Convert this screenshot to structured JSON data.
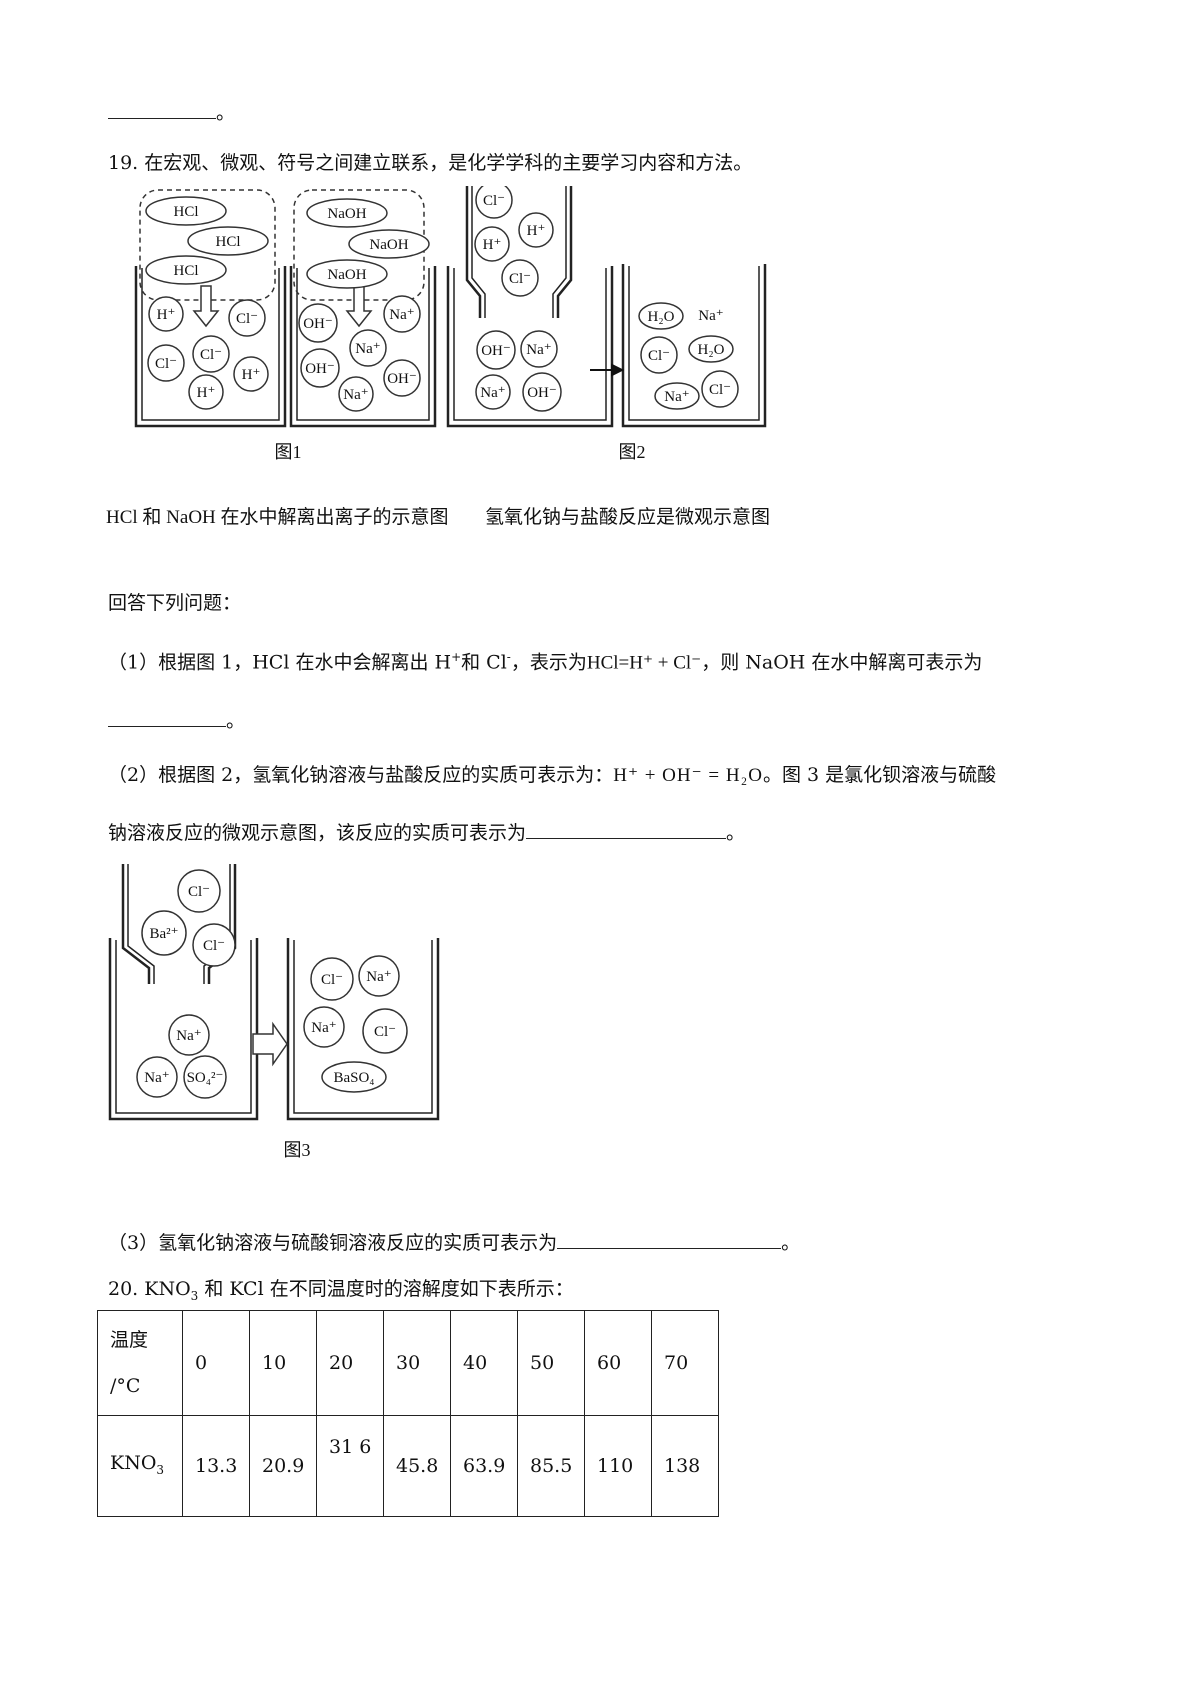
{
  "top_blank_tail": "。",
  "q19": {
    "title": "19. 在宏观、微观、符号之间建立联系，是化学学科的主要学习内容和方法。",
    "fig1_label": "图1",
    "fig2_label": "图2",
    "caption1": "HCl 和 NaOH 在水中解离出离子的示意图",
    "caption2": "氢氧化钠与盐酸反应是微观示意图",
    "prompt": "回答下列问题：",
    "p1_a": "（1）根据图 1，HCl 在水中会解离出 H",
    "p1_b": "和 Cl",
    "p1_c": "，表示为",
    "p1_eq": "HCl=H⁺ + Cl⁻",
    "p1_d": "，则 NaOH 在水中解离可表示为",
    "p1_tail": "。",
    "p2_a": "（2）根据图 2，氢氧化钠溶液与盐酸反应的实质可表示为：",
    "p2_eq": "H⁺ + OH⁻ = H₂O",
    "p2_b": "。图 3 是氯化钡溶液与硫酸",
    "p2_c": "钠溶液反应的微观示意图，该反应的实质可表示为",
    "p2_tail": "。",
    "fig3_label": "图3",
    "p3": "（3）氢氧化钠溶液与硫酸铜溶液反应的实质可表示为",
    "p3_tail": "。",
    "molecules": {
      "hcl": "HCl",
      "naoh": "NaOH",
      "h2o": "H₂O",
      "baso4": "BaSO₄",
      "hplus": "H⁺",
      "clminus": "Cl⁻",
      "ohminus": "OH⁻",
      "naplus": "Na⁺",
      "ba2plus": "Ba²⁺",
      "so42minus": "SO₄²⁻"
    }
  },
  "q20": {
    "title_a": "20. KNO",
    "title_sub": "3",
    "title_b": " 和 KCl 在不同温度时的溶解度如下表所示：",
    "table": {
      "header_label_1": "温度",
      "header_label_2": "/°C",
      "temps": [
        "0",
        "10",
        "20",
        "30",
        "40",
        "50",
        "60",
        "70"
      ],
      "row_label_a": "KNO",
      "row_label_sub": "3",
      "kno3": [
        "13.3",
        "20.9",
        "31 6",
        "45.8",
        "63.9",
        "85.5",
        "110",
        "138"
      ]
    }
  }
}
